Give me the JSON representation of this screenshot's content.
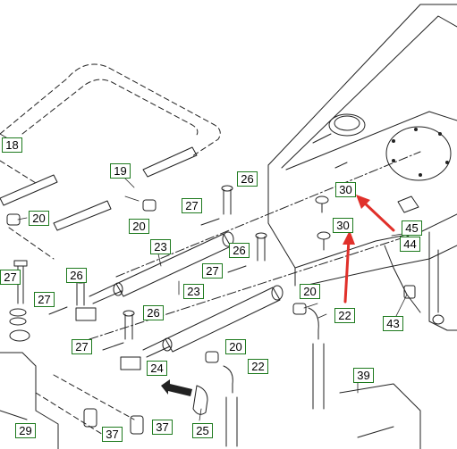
{
  "callouts": [
    {
      "id": "c18",
      "label": "18"
    },
    {
      "id": "c19",
      "label": "19"
    },
    {
      "id": "c20a",
      "label": "20"
    },
    {
      "id": "c20b",
      "label": "20"
    },
    {
      "id": "c20c",
      "label": "20"
    },
    {
      "id": "c20d",
      "label": "20"
    },
    {
      "id": "c22a",
      "label": "22"
    },
    {
      "id": "c22b",
      "label": "22"
    },
    {
      "id": "c23a",
      "label": "23"
    },
    {
      "id": "c23b",
      "label": "23"
    },
    {
      "id": "c24",
      "label": "24"
    },
    {
      "id": "c25",
      "label": "25"
    },
    {
      "id": "c26a",
      "label": "26"
    },
    {
      "id": "c26b",
      "label": "26"
    },
    {
      "id": "c26c",
      "label": "26"
    },
    {
      "id": "c26d",
      "label": "26"
    },
    {
      "id": "c27a",
      "label": "27"
    },
    {
      "id": "c27b",
      "label": "27"
    },
    {
      "id": "c27c",
      "label": "27"
    },
    {
      "id": "c27d",
      "label": "27"
    },
    {
      "id": "c27e",
      "label": "27"
    },
    {
      "id": "c29",
      "label": "29"
    },
    {
      "id": "c30a",
      "label": "30"
    },
    {
      "id": "c30b",
      "label": "30"
    },
    {
      "id": "c37a",
      "label": "37"
    },
    {
      "id": "c37b",
      "label": "37"
    },
    {
      "id": "c39",
      "label": "39"
    },
    {
      "id": "c43",
      "label": "43"
    },
    {
      "id": "c44",
      "label": "44"
    },
    {
      "id": "c45",
      "label": "45"
    }
  ],
  "colors": {
    "callout_border": "#1e7a1e",
    "arrow": "#e0302a",
    "line": "#222222"
  }
}
